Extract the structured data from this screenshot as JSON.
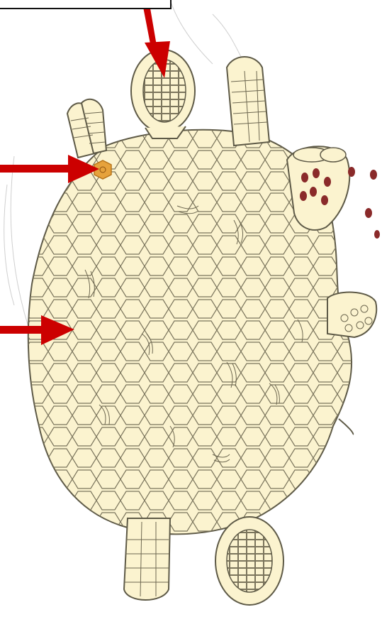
{
  "diagram": {
    "label_box_text": "",
    "colors": {
      "background": "#ffffff",
      "thallus_fill": "#fbf3cf",
      "cell_wall": "#6f6a55",
      "arrow": "#cc0000",
      "highlight_cell": "#e6a23c",
      "spores": "#8a2a2a"
    },
    "arrows": [
      {
        "name": "arrow-to-top-antheridium"
      },
      {
        "name": "arrow-to-neck-cell"
      },
      {
        "name": "arrow-to-thallus-cell"
      }
    ]
  }
}
